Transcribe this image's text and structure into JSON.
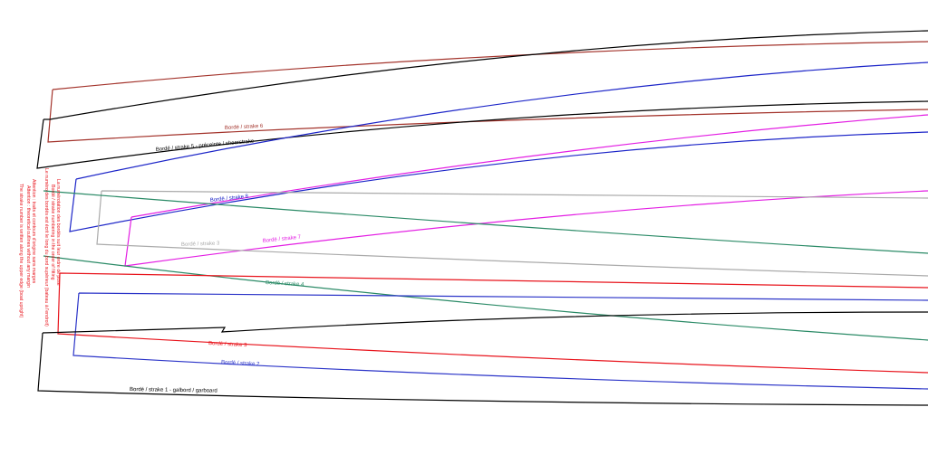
{
  "colors": {
    "strake_6": "#a3332b",
    "strake_5": "#000000",
    "strake_8": "#1c25c8",
    "strake_7": "#e31ee3",
    "strake_3_grey": "#aaaaaa",
    "strake_4": "#2a8a66",
    "strake_3": "#e8141c",
    "strake_2": "#2b34c8",
    "strake_1": "#000000",
    "notes": "#e8141c"
  },
  "strakes": {
    "s6": "Bordé / strake 6",
    "s5": "Bordé / strake  5 - préceinte / sheerstrake",
    "s8": "Bordé / strake 8",
    "s7": "Bordé / strake 7",
    "s3g": "Bordé / strake  3",
    "s4": "Bordé / strake 4",
    "s3": "Bordé / strake  3",
    "s2": "Bordé / strake  2",
    "s1": "Bordé / strake  1 - galbord / garboard"
  },
  "notes": {
    "line1": "La numérotation des bordés suit leur ordre de pose",
    "line2": "Le numéro des bordés est écrit le long du bord supérieur (bateau à l'endroit)",
    "line3": "The strake number is written along the upper edge (boat upright)",
    "line4": "Attention : traits et contours d'origine sans marges",
    "line5": "Attention : theoretical outlines without any margin",
    "line6": "Bordé / strake numbering in the order of fitting"
  }
}
